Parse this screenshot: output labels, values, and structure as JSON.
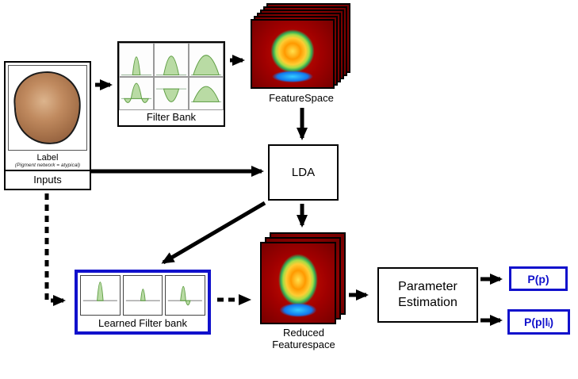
{
  "nodes": {
    "inputs": {
      "label_title": "Label",
      "label_detail": "(Pigment network = atypical)",
      "caption": "Inputs"
    },
    "filter_bank": {
      "caption": "Filter Bank"
    },
    "feature_space": {
      "caption": "FeatureSpace"
    },
    "lda": {
      "caption": "LDA"
    },
    "learned_filter_bank": {
      "caption": "Learned Filter bank"
    },
    "reduced_featurespace": {
      "caption": "Reduced Featurespace"
    },
    "parameter_estimation": {
      "caption": "Parameter Estimation"
    },
    "output_pp": {
      "caption": "P(p)"
    },
    "output_ppli": {
      "caption": "P(p|lᵢ)"
    }
  },
  "colors": {
    "accent_blue": "#1111cc",
    "arrow_black": "#000000",
    "heatmap_red": "#8e0000",
    "filter_green": "#b9dba4"
  }
}
